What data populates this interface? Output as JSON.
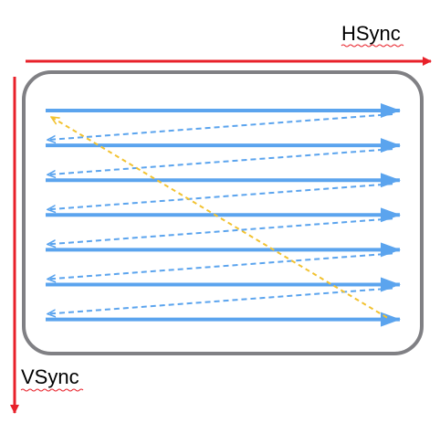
{
  "labels": {
    "hsync": "HSync",
    "vsync": "VSync"
  },
  "colors": {
    "sync_arrow": "#E8212A",
    "screen_frame": "#808084",
    "scan_line": "#5BA4EE",
    "retrace": "#5BA4EE",
    "vertical_retrace": "#F2C230",
    "spellcheck_underline": "#E8212A"
  },
  "scan": {
    "visible_lines": 7,
    "horizontal_retraces": 6,
    "vertical_retraces": 1
  }
}
